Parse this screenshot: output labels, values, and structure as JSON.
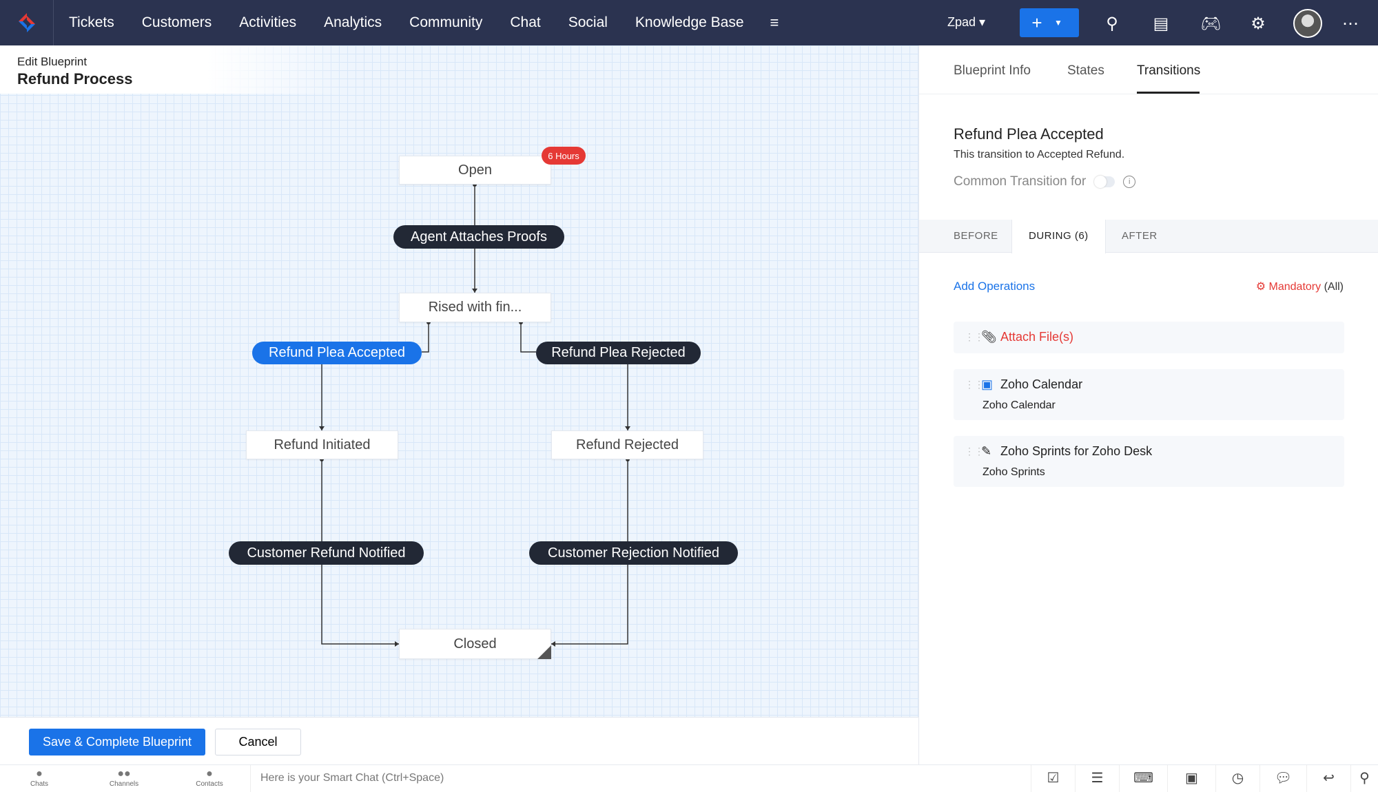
{
  "nav": {
    "items": [
      "Tickets",
      "Customers",
      "Activities",
      "Analytics",
      "Community",
      "Chat",
      "Social",
      "Knowledge Base"
    ],
    "org": "Zpad",
    "accent": "#1a73e8"
  },
  "header": {
    "breadcrumb": "Edit Blueprint",
    "title": "Refund Process"
  },
  "diagram": {
    "states": {
      "open": "Open",
      "rised": "Rised with fin...",
      "refund_initiated": "Refund Initiated",
      "refund_rejected": "Refund Rejected",
      "closed": "Closed"
    },
    "transitions": {
      "agent_attaches": "Agent Attaches Proofs",
      "plea_accepted": "Refund Plea Accepted",
      "plea_rejected": "Refund Plea Rejected",
      "customer_refund": "Customer Refund Notified",
      "customer_rejection": "Customer Rejection Notified"
    },
    "sla_badge": "6 Hours"
  },
  "footer": {
    "save": "Save & Complete Blueprint",
    "cancel": "Cancel"
  },
  "statusbar": {
    "chats": "Chats",
    "channels": "Channels",
    "contacts": "Contacts",
    "smart_chat": "Here is your Smart Chat (Ctrl+Space)"
  },
  "panel": {
    "tabs": [
      "Blueprint Info",
      "States",
      "Transitions"
    ],
    "title": "Refund Plea Accepted",
    "description": "This transition to Accepted Refund.",
    "common_transition": "Common Transition for",
    "subtabs": [
      "BEFORE",
      "DURING (6)",
      "AFTER"
    ],
    "add_operations": "Add Operations",
    "mandatory": "Mandatory",
    "mandatory_scope": "(All)",
    "operations": [
      {
        "name": "Attach File(s)",
        "sub": ""
      },
      {
        "name": "Zoho Calendar",
        "sub": "Zoho Calendar"
      },
      {
        "name": "Zoho Sprints for Zoho Desk",
        "sub": "Zoho Sprints"
      }
    ]
  }
}
